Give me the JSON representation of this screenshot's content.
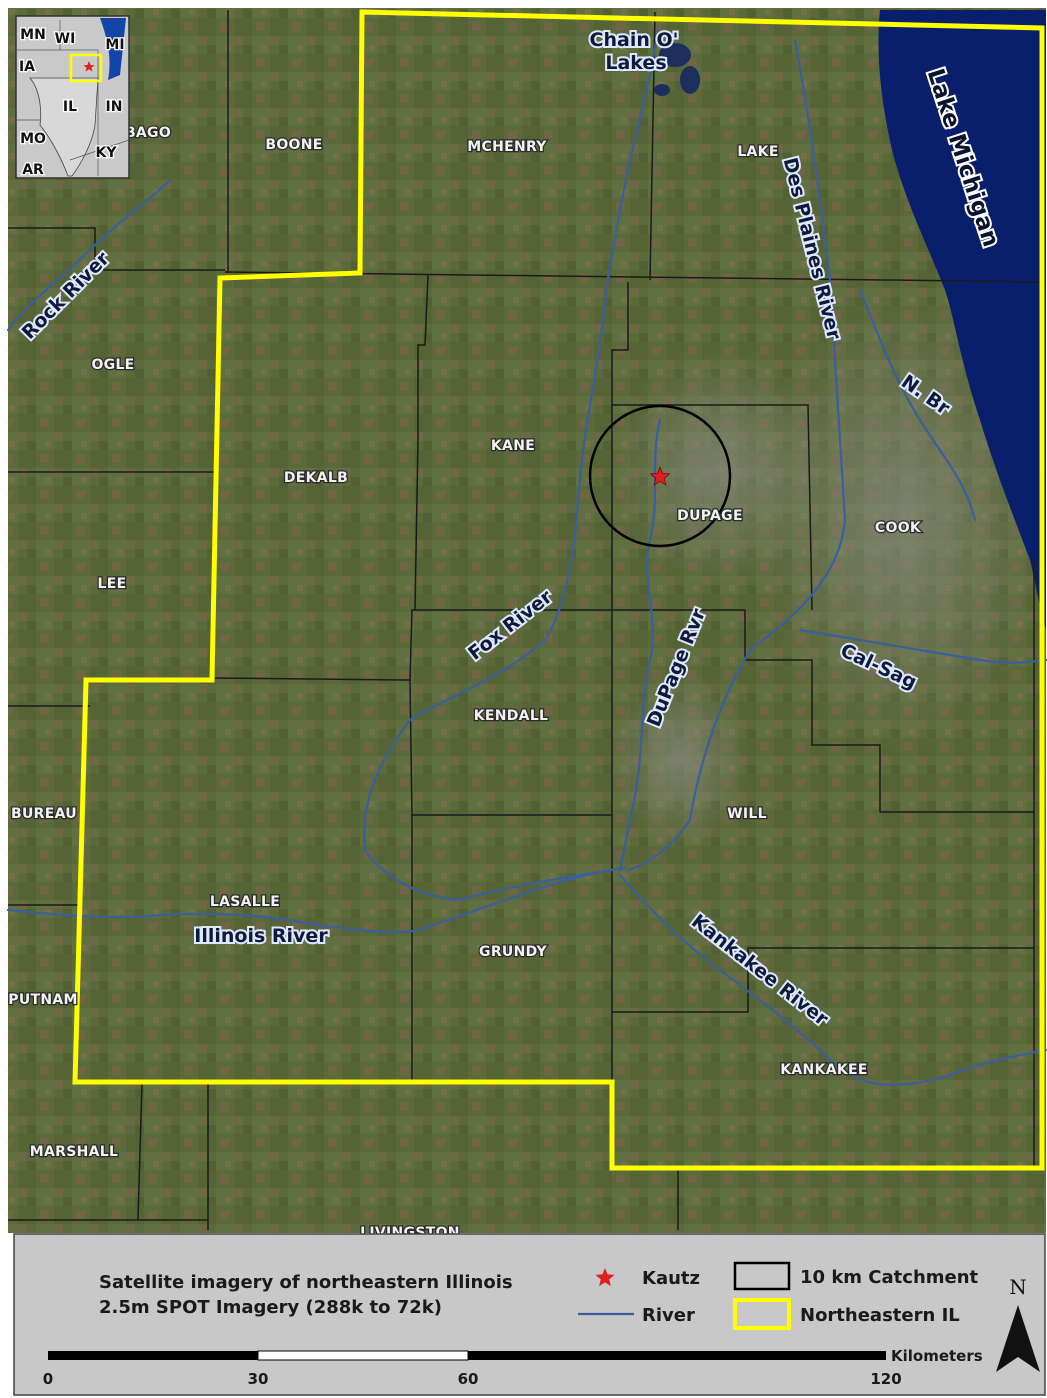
{
  "inset": {
    "labels": [
      {
        "key": "mn",
        "text": "MN"
      },
      {
        "key": "wi",
        "text": "WI"
      },
      {
        "key": "mi",
        "text": "MI"
      },
      {
        "key": "ia",
        "text": "IA"
      },
      {
        "key": "il",
        "text": "IL"
      },
      {
        "key": "in",
        "text": "IN"
      },
      {
        "key": "mo",
        "text": "MO"
      },
      {
        "key": "ky",
        "text": "KY"
      },
      {
        "key": "ar",
        "text": "AR"
      }
    ]
  },
  "counties": [
    {
      "key": "boone",
      "text": "BOONE"
    },
    {
      "key": "mchenry",
      "text": "MCHENRY"
    },
    {
      "key": "lake",
      "text": "LAKE"
    },
    {
      "key": "ogle",
      "text": "OGLE"
    },
    {
      "key": "kane",
      "text": "KANE"
    },
    {
      "key": "dekalb",
      "text": "DEKALB"
    },
    {
      "key": "dupage",
      "text": "DUPAGE"
    },
    {
      "key": "cook",
      "text": "COOK"
    },
    {
      "key": "lee",
      "text": "LEE"
    },
    {
      "key": "kendall",
      "text": "KENDALL"
    },
    {
      "key": "bureau",
      "text": "BUREAU"
    },
    {
      "key": "will",
      "text": "WILL"
    },
    {
      "key": "lasalle",
      "text": "LASALLE"
    },
    {
      "key": "grundy",
      "text": "GRUNDY"
    },
    {
      "key": "putnam",
      "text": "PUTNAM"
    },
    {
      "key": "kankakee",
      "text": "KANKAKEE"
    },
    {
      "key": "marshall",
      "text": "MARSHALL"
    },
    {
      "key": "winnebago_partial",
      "text": "BAGO"
    },
    {
      "key": "livingston_partial",
      "text": "LIVINGSTON"
    }
  ],
  "water_labels": [
    {
      "key": "chain_line1",
      "text": "Chain O'"
    },
    {
      "key": "chain_line2",
      "text": "Lakes"
    },
    {
      "key": "lake_michigan",
      "text": "Lake Michigan"
    },
    {
      "key": "des_plaines",
      "text": "Des Plaines River"
    },
    {
      "key": "rock_river",
      "text": "Rock River"
    },
    {
      "key": "n_br",
      "text": "N. Br"
    },
    {
      "key": "fox_river",
      "text": "Fox River"
    },
    {
      "key": "dupage_rvr",
      "text": "DuPage Rvr"
    },
    {
      "key": "cal_sag",
      "text": "Cal-Sag"
    },
    {
      "key": "illinois_river",
      "text": "Illinois River"
    },
    {
      "key": "kankakee_river",
      "text": "Kankakee River"
    }
  ],
  "legend": {
    "title_line1": "Satellite imagery of northeastern Illinois",
    "title_line2": "2.5m SPOT Imagery (288k to 72k)",
    "items": [
      {
        "key": "kautz",
        "text": "Kautz",
        "color": "#e01e1e",
        "symbol": "star-icon"
      },
      {
        "key": "river",
        "text": "River",
        "color": "#3a5f9e",
        "symbol": "line"
      },
      {
        "key": "catchment",
        "text": "10 km Catchment",
        "color": "#000000",
        "symbol": "box"
      },
      {
        "key": "neil",
        "text": "Northeastern IL",
        "color": "#ffff00",
        "symbol": "box"
      }
    ]
  },
  "scale_bar": {
    "unit": "Kilometers",
    "ticks": [
      "0",
      "30",
      "60",
      "120"
    ]
  },
  "north_arrow": {
    "label": "N"
  },
  "colors": {
    "imagery_base": "#5d6b3b",
    "lake_michigan": "#0a1f6b",
    "study_boundary": "#ffff00",
    "county_lines": "#1a1a1a",
    "river": "#3a5f9e",
    "legend_bg": "#c8c8c8"
  }
}
